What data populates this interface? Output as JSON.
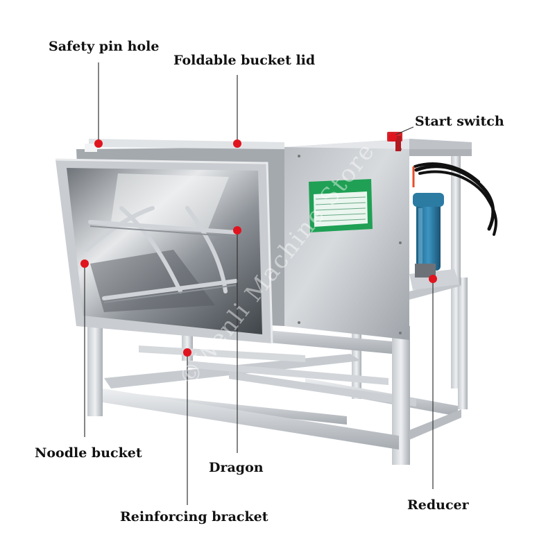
{
  "labels": {
    "safety_pin_hole": "Safety pin hole",
    "foldable_bucket_lid": "Foldable bucket lid",
    "start_switch": "Start switch",
    "noodle_bucket": "Noodle bucket",
    "dragon": "Dragon",
    "reinforcing_bracket": "Reinforcing bracket",
    "reducer": "Reducer"
  },
  "watermark": "©Wenli Machine Store",
  "colors": {
    "marker": "#e0141e",
    "leader_line": "#333333",
    "steel_light": "#d9dce0",
    "steel_dark": "#8d9298",
    "nameplate": "#1fa055",
    "motor": "#2f7fa8"
  }
}
